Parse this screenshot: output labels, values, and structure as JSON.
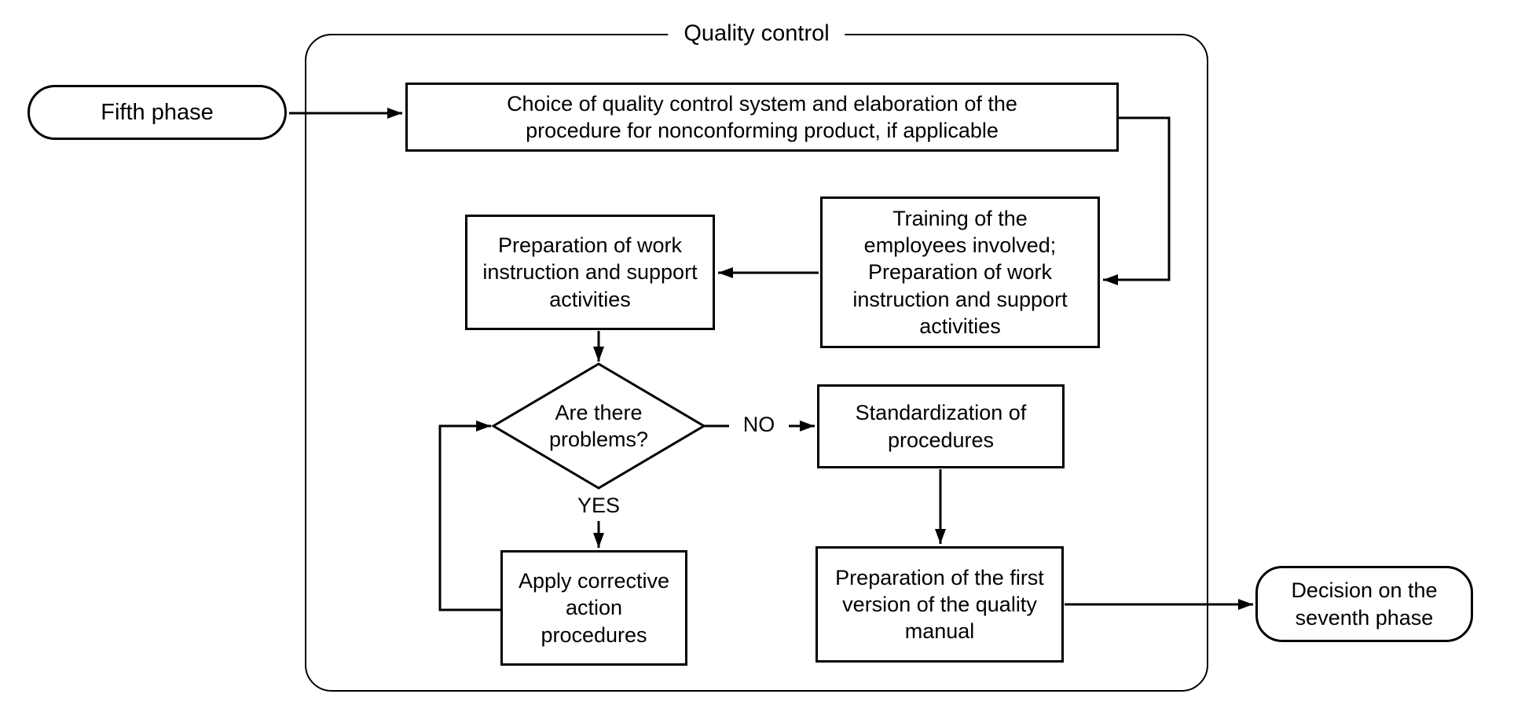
{
  "diagram": {
    "group_title": "Quality control",
    "nodes": {
      "fifth_phase": "Fifth phase",
      "choice": "Choice of quality control system and elaboration of the procedure for nonconforming product, if applicable",
      "training": "Training of the employees involved; Preparation of work instruction and support activities",
      "preparation": "Preparation of work instruction and support activities",
      "are_there_problems": "Are there problems?",
      "standardization": "Standardization of procedures",
      "apply_corrective": "Apply corrective action procedures",
      "prep_first_version": "Preparation of the first version of the quality manual",
      "decision": "Decision on the seventh phase"
    },
    "edge_labels": {
      "no": "NO",
      "yes": "YES"
    },
    "colors": {
      "line": "#000000",
      "background": "#ffffff",
      "text": "#000000"
    }
  }
}
